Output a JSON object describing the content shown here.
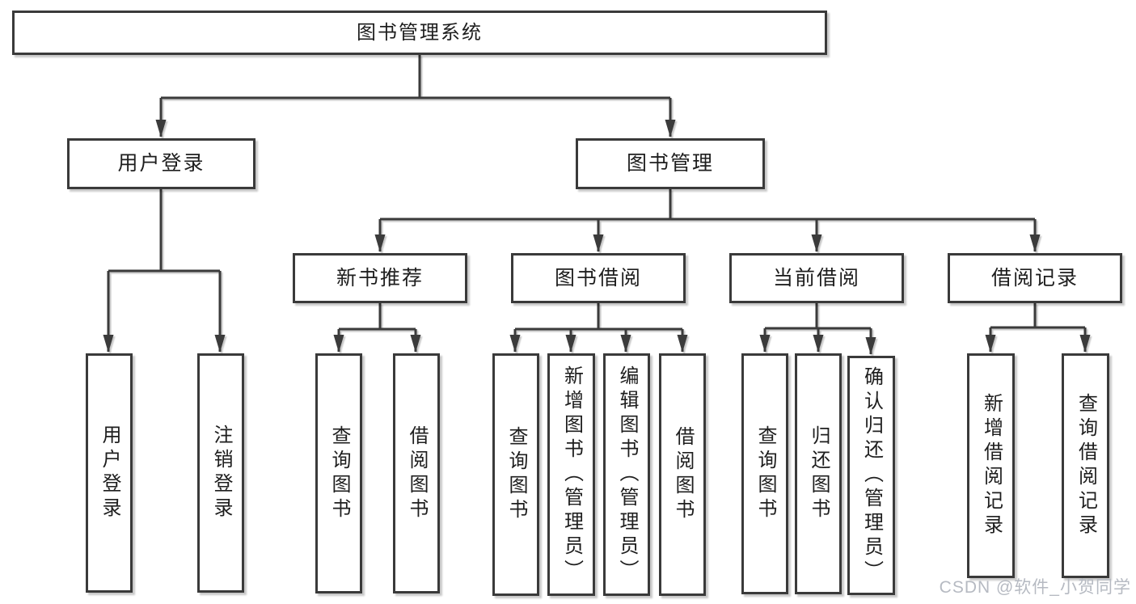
{
  "tree": {
    "label": "图书管理系统",
    "children": [
      {
        "label": "用户登录",
        "children": [
          {
            "label": "用户登录"
          },
          {
            "label": "注销登录"
          }
        ]
      },
      {
        "label": "图书管理",
        "children": [
          {
            "label": "新书推荐",
            "children": [
              {
                "label": "查询图书"
              },
              {
                "label": "借阅图书"
              }
            ]
          },
          {
            "label": "图书借阅",
            "children": [
              {
                "label": "查询图书"
              },
              {
                "label": "新增图书（管理员）"
              },
              {
                "label": "编辑图书（管理员）"
              },
              {
                "label": "借阅图书"
              }
            ]
          },
          {
            "label": "当前借阅",
            "children": [
              {
                "label": "查询图书"
              },
              {
                "label": "归还图书"
              },
              {
                "label": "确认归还（管理员）"
              }
            ]
          },
          {
            "label": "借阅记录",
            "children": [
              {
                "label": "新增借阅记录"
              },
              {
                "label": "查询借阅记录"
              }
            ]
          }
        ]
      }
    ]
  },
  "watermark": {
    "text": "CSDN @软件_小贺同学"
  },
  "colors": {
    "line": "#3a3a3a",
    "text": "#1e1e1e",
    "box_background": "#ffffff",
    "watermark": "#b6bac2"
  }
}
